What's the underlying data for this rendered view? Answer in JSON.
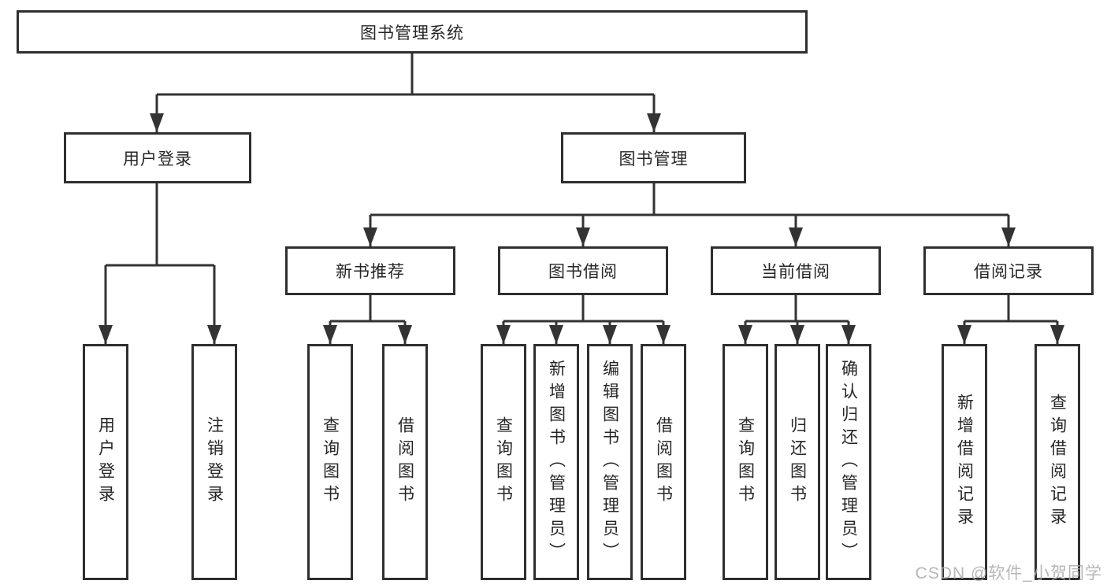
{
  "diagram": {
    "root_label": "图书管理系统",
    "branches": [
      {
        "label": "用户登录",
        "children": [
          {
            "label": "用户登录"
          },
          {
            "label": "注销登录"
          }
        ]
      },
      {
        "label": "图书管理",
        "children": [
          {
            "label": "新书推荐",
            "children": [
              {
                "label": "查询图书"
              },
              {
                "label": "借阅图书"
              }
            ]
          },
          {
            "label": "图书借阅",
            "children": [
              {
                "label": "查询图书"
              },
              {
                "label": "新增图书（管理员）"
              },
              {
                "label": "编辑图书（管理员）"
              },
              {
                "label": "借阅图书"
              }
            ]
          },
          {
            "label": "当前借阅",
            "children": [
              {
                "label": "查询图书"
              },
              {
                "label": "归还图书"
              },
              {
                "label": "确认归还（管理员）"
              }
            ]
          },
          {
            "label": "借阅记录",
            "children": [
              {
                "label": "新增借阅记录"
              },
              {
                "label": "查询借阅记录"
              }
            ]
          }
        ]
      }
    ]
  },
  "watermark": {
    "text": "CSDN @软件_小贺同学"
  },
  "colors": {
    "line": "#333333",
    "box_border": "#2f2f2f",
    "text": "#262626",
    "watermark": "#aaaaaa",
    "background": "#ffffff"
  }
}
